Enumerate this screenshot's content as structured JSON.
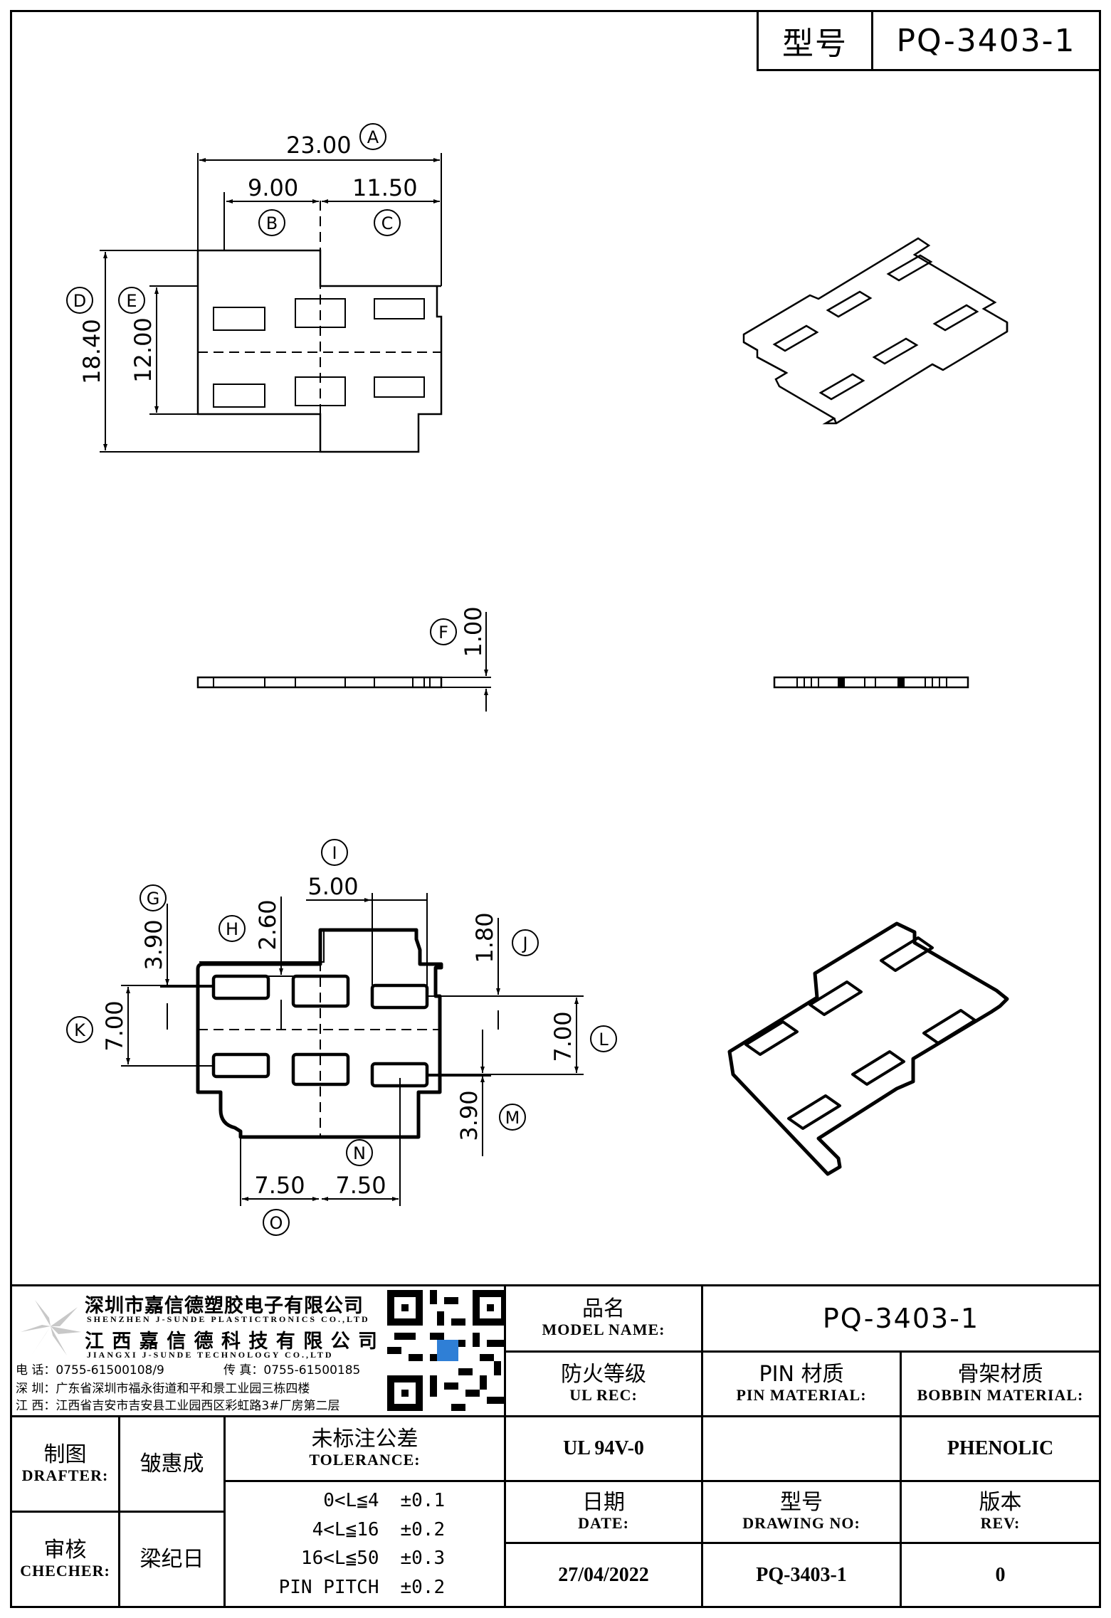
{
  "header": {
    "model_label": "型号",
    "model_value": "PQ-3403-1"
  },
  "dimensions": {
    "A": "23.00",
    "B": "9.00",
    "C": "11.50",
    "D": "18.40",
    "E": "12.00",
    "F": "1.00",
    "I": "5.00",
    "H": "2.60",
    "G": "3.90",
    "J": "1.80",
    "K": "7.00",
    "L": "7.00",
    "M": "3.90",
    "O": "7.50",
    "N": "7.50"
  },
  "markers": [
    "A",
    "B",
    "C",
    "D",
    "E",
    "F",
    "G",
    "H",
    "I",
    "J",
    "K",
    "L",
    "M",
    "N",
    "O"
  ],
  "company": {
    "name_zh_1": "深圳市嘉信德塑胶电子有限公司",
    "name_en_1": "SHENZHEN J-SUNDE PLASTICTRONICS CO.,LTD",
    "name_zh_2": "江 西 嘉 信 德 科 技 有 限 公 司",
    "name_en_2": "JIANGXI J-SUNDE TECHNOLOGY CO.,LTD",
    "phone": "电 话：0755-61500108/9",
    "fax": "传 真：0755-61500185",
    "addr_sz": "深 圳：广东省深圳市福永街道和平和景工业园三栋四楼",
    "addr_jx": "江 西：江西省吉安市吉安县工业园西区彩虹路3#厂房第二层"
  },
  "title_block": {
    "model_name_zh": "品名",
    "model_name_en": "MODEL NAME:",
    "model_name_value": "PQ-3403-1",
    "ul_zh": "防火等级",
    "ul_en": "UL REC:",
    "ul_value": "UL 94V-0",
    "pin_zh": "PIN 材质",
    "pin_en": "PIN MATERIAL:",
    "pin_value": "",
    "bobbin_zh": "骨架材质",
    "bobbin_en": "BOBBIN MATERIAL:",
    "bobbin_value": "PHENOLIC",
    "drafter_zh": "制图",
    "drafter_en": "DRAFTER:",
    "drafter_value": "皱惠成",
    "checker_zh": "审核",
    "checker_en": "CHECHER:",
    "checker_value": "梁纪日",
    "tol_zh": "未标注公差",
    "tol_en": "TOLERANCE:",
    "tolerances": [
      {
        "range": "0<L≦4",
        "value": "±0.1"
      },
      {
        "range": "4<L≦16",
        "value": "±0.2"
      },
      {
        "range": "16<L≦50",
        "value": "±0.3"
      },
      {
        "range": "PIN PITCH",
        "value": "±0.2"
      }
    ],
    "date_zh": "日期",
    "date_en": "DATE:",
    "date_value": "27/04/2022",
    "drawing_zh": "型号",
    "drawing_en": "DRAWING NO:",
    "drawing_value": "PQ-3403-1",
    "rev_zh": "版本",
    "rev_en": "REV:",
    "rev_value": "0"
  }
}
